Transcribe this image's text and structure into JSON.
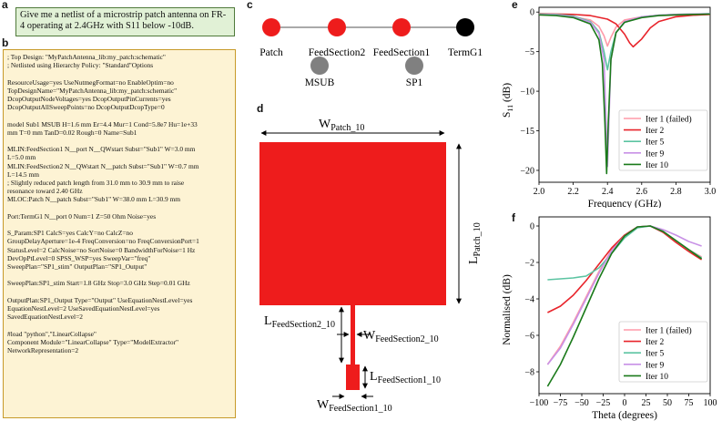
{
  "panels": {
    "a": {
      "label": "a",
      "prompt": "Give me a netlist of a microstrip patch antenna on FR-4 operating at 2.4GHz with S11 below -10dB."
    },
    "b": {
      "label": "b",
      "netlist_lines": [
        "; Top Design: \"MyPatchAntenna_lib:my_patch:schematic\"",
        "; Netlisted using Hierarchy Policy: \"Standard\"Options",
        "",
        "ResourceUsage=yes UseNutmegFormat=no EnableOptim=no",
        "TopDesignName=\"MyPatchAntenna_lib:my_patch:schematic\"",
        "DcopOutputNodeVoltages=yes DcopOutputPinCurrents=yes",
        "DcopOutputAllSweepPoints=no DcopOutputDcopType=0",
        "",
        "model Sub1 MSUB H=1.6 mm Er=4.4 Mur=1 Cond=5.8e7 Hu=1e+33",
        "mm T=0 mm TanD=0.02 Rough=0 Name=Sub1",
        "",
        "MLIN:FeedSection1 N__port N__QWstart Subst=\"Sub1\" W=3.0 mm",
        "L=5.0 mm",
        "MLIN:FeedSection2 N__QWstart N__patch Subst=\"Sub1\" W=0.7 mm",
        "L=14.5 mm",
        "; Slightly reduced patch length from 31.0 mm to 30.9 mm to raise",
        "resonance toward 2.40 GHz",
        "MLOC:Patch N__patch Subst=\"Sub1\" W=38.0 mm L=30.9 mm",
        "",
        "Port:TermG1 N__port 0 Num=1 Z=50 Ohm Noise=yes",
        "",
        "S_Param:SP1 CalcS=yes CalcY=no CalcZ=no",
        "GroupDelayAperture=1e-4 FreqConversion=no FreqConversionPort=1",
        "StatusLevel=2 CalcNoise=no SortNoise=0 BandwidthForNoise=1 Hz",
        "DevOpPtLevel=0 SPSS_WSP=yes SweepVar=\"freq\"",
        "SweepPlan=\"SP1_stim\" OutputPlan=\"SP1_Output\"",
        "",
        "SweepPlan:SP1_stim Start=1.8 GHz Stop=3.0 GHz Step=0.01 GHz",
        "",
        "OutputPlan:SP1_Output Type=\"Output\" UseEquationNestLevel=yes",
        "EquationNestLevel=2 UseSavedEquationNestLevel=yes",
        "SavedEquationNestLevel=2",
        "",
        "#load \"python\",\"LinearCollapse\"",
        "Component Module=\"LinearCollapse\" Type=\"ModelExtractor\"",
        "NetworkRepresentation=2"
      ]
    },
    "c": {
      "label": "c",
      "chain_nodes": [
        {
          "name": "Patch",
          "color": "#ee1c1c"
        },
        {
          "name": "FeedSection2",
          "color": "#ee1c1c"
        },
        {
          "name": "FeedSection1",
          "color": "#ee1c1c"
        },
        {
          "name": "TermG1",
          "color": "#000000"
        }
      ],
      "extra_nodes": [
        {
          "name": "MSUB",
          "color": "#808080"
        },
        {
          "name": "SP1",
          "color": "#808080"
        }
      ]
    },
    "d": {
      "label": "d",
      "patch_color": "#ee1c1c",
      "dims": {
        "patch_w": "W",
        "patch_w_sub": "Patch_10",
        "patch_l": "L",
        "patch_l_sub": "Patch_10",
        "fs2_l": "L",
        "fs2_l_sub": "FeedSection2_10",
        "fs2_w": "W",
        "fs2_w_sub": "FeedSection2_10",
        "fs1_l": "L",
        "fs1_l_sub": "FeedSection1_10",
        "fs1_w": "W",
        "fs1_w_sub": "FeedSection1_10"
      }
    },
    "e": {
      "label": "e"
    },
    "f": {
      "label": "f"
    }
  },
  "chart_data": [
    {
      "type": "line",
      "panel": "e",
      "xlabel": "Frequency (GHz)",
      "ylabel": "S11 (dB)",
      "ylabel_main": "S",
      "ylabel_sub": "11",
      "ylabel_unit": " (dB)",
      "xlim": [
        2.0,
        3.0
      ],
      "ylim": [
        -21.5,
        0.6
      ],
      "xticks": [
        2.0,
        2.2,
        2.4,
        2.6,
        2.8,
        3.0
      ],
      "xtick_labels": [
        "2.0",
        "2.2",
        "2.4",
        "2.6",
        "2.8",
        "3.0"
      ],
      "yticks": [
        0,
        -5,
        -10,
        -15,
        -20
      ],
      "ytick_labels": [
        "0",
        "−5",
        "−10",
        "−15",
        "−20"
      ],
      "grid": false,
      "legend": "bottom-right",
      "series": [
        {
          "name": "Iter 1 (failed)",
          "color": "#ff9aa8",
          "x": [
            2.0,
            2.1,
            2.2,
            2.3,
            2.35,
            2.38,
            2.4,
            2.42,
            2.45,
            2.5,
            2.6,
            2.7,
            2.8,
            2.9,
            3.0
          ],
          "y": [
            -0.35,
            -0.4,
            -0.6,
            -1.0,
            -1.8,
            -3.0,
            -4.3,
            -3.2,
            -1.9,
            -1.0,
            -0.6,
            -0.45,
            -0.4,
            -0.35,
            -0.3
          ]
        },
        {
          "name": "Iter 2",
          "color": "#e8242b",
          "x": [
            2.0,
            2.1,
            2.2,
            2.3,
            2.4,
            2.45,
            2.5,
            2.53,
            2.55,
            2.6,
            2.65,
            2.7,
            2.8,
            2.9,
            3.0
          ],
          "y": [
            -0.2,
            -0.25,
            -0.3,
            -0.45,
            -0.9,
            -1.5,
            -2.8,
            -3.9,
            -4.4,
            -3.4,
            -2.0,
            -1.2,
            -0.6,
            -0.4,
            -0.3
          ]
        },
        {
          "name": "Iter 5",
          "color": "#5cc4a2",
          "x": [
            2.0,
            2.1,
            2.2,
            2.3,
            2.35,
            2.38,
            2.4,
            2.42,
            2.45,
            2.5,
            2.6,
            2.7,
            2.8,
            2.9,
            3.0
          ],
          "y": [
            -0.25,
            -0.3,
            -0.5,
            -1.2,
            -2.5,
            -5.0,
            -7.3,
            -5.0,
            -2.6,
            -1.3,
            -0.6,
            -0.4,
            -0.3,
            -0.25,
            -0.2
          ]
        },
        {
          "name": "Iter 9",
          "color": "#c891e6",
          "x": [
            2.0,
            2.1,
            2.2,
            2.3,
            2.35,
            2.38,
            2.4,
            2.42,
            2.45,
            2.5,
            2.6,
            2.7,
            2.8,
            2.9,
            3.0
          ],
          "y": [
            -0.3,
            -0.35,
            -0.6,
            -1.3,
            -2.7,
            -6.0,
            -19.5,
            -6.0,
            -2.6,
            -1.2,
            -0.6,
            -0.4,
            -0.3,
            -0.25,
            -0.2
          ]
        },
        {
          "name": "Iter 10",
          "color": "#1a7a1a",
          "x": [
            2.0,
            2.1,
            2.2,
            2.3,
            2.35,
            2.37,
            2.385,
            2.395,
            2.405,
            2.42,
            2.45,
            2.5,
            2.6,
            2.7,
            2.8,
            2.9,
            3.0
          ],
          "y": [
            -0.35,
            -0.45,
            -0.7,
            -1.5,
            -3.5,
            -6.5,
            -14.0,
            -20.4,
            -14.0,
            -6.0,
            -2.6,
            -1.3,
            -0.7,
            -0.45,
            -0.35,
            -0.3,
            -0.25
          ]
        }
      ]
    },
    {
      "type": "line",
      "panel": "f",
      "xlabel": "Theta (degrees)",
      "ylabel": "Normalised (dB)",
      "xlim": [
        -100,
        100
      ],
      "ylim": [
        -9.2,
        0.5
      ],
      "xticks": [
        -100,
        -75,
        -50,
        -25,
        0,
        25,
        50,
        75,
        100
      ],
      "xtick_labels": [
        "−100",
        "−75",
        "−50",
        "−25",
        "0",
        "25",
        "50",
        "75",
        "100"
      ],
      "yticks": [
        0,
        -2,
        -4,
        -6,
        -8
      ],
      "ytick_labels": [
        "0",
        "−2",
        "−4",
        "−6",
        "−8"
      ],
      "grid": false,
      "legend": "bottom-right",
      "series": [
        {
          "name": "Iter 1 (failed)",
          "color": "#ff9aa8",
          "x": [
            -90,
            -75,
            -60,
            -45,
            -30,
            -15,
            0,
            15,
            30,
            45,
            60,
            75,
            90
          ],
          "y": [
            -7.6,
            -6.6,
            -5.3,
            -3.9,
            -2.5,
            -1.3,
            -0.5,
            -0.05,
            0,
            -0.3,
            -0.8,
            -1.3,
            -1.7
          ]
        },
        {
          "name": "Iter 2",
          "color": "#e8242b",
          "x": [
            -90,
            -75,
            -60,
            -45,
            -30,
            -15,
            0,
            15,
            30,
            45,
            60,
            75,
            90
          ],
          "y": [
            -4.75,
            -4.4,
            -3.8,
            -3.0,
            -2.1,
            -1.2,
            -0.5,
            -0.05,
            0,
            -0.35,
            -0.9,
            -1.4,
            -1.85
          ]
        },
        {
          "name": "Iter 5",
          "color": "#5cc4a2",
          "x": [
            -90,
            -75,
            -60,
            -45,
            -30,
            -15,
            0,
            15,
            30,
            45,
            60,
            75,
            90
          ],
          "y": [
            -2.95,
            -2.9,
            -2.85,
            -2.75,
            -2.3,
            -1.5,
            -0.65,
            -0.1,
            0,
            -0.3,
            -0.8,
            -1.3,
            -1.75
          ]
        },
        {
          "name": "Iter 9",
          "color": "#c891e6",
          "x": [
            -90,
            -75,
            -60,
            -45,
            -30,
            -15,
            0,
            15,
            30,
            45,
            60,
            75,
            90
          ],
          "y": [
            -7.6,
            -6.7,
            -5.4,
            -4.0,
            -2.6,
            -1.35,
            -0.55,
            -0.05,
            0,
            -0.2,
            -0.5,
            -0.85,
            -1.1
          ]
        },
        {
          "name": "Iter 10",
          "color": "#1a7a1a",
          "x": [
            -90,
            -75,
            -60,
            -45,
            -30,
            -15,
            0,
            15,
            30,
            45,
            60,
            75,
            90
          ],
          "y": [
            -8.8,
            -7.6,
            -6.1,
            -4.5,
            -2.9,
            -1.5,
            -0.55,
            -0.05,
            0,
            -0.3,
            -0.8,
            -1.3,
            -1.8
          ]
        }
      ]
    }
  ]
}
